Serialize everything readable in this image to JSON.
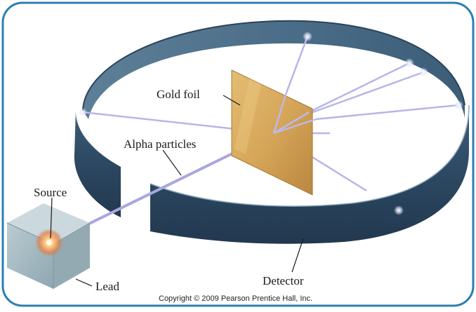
{
  "labels": {
    "gold_foil": "Gold foil",
    "alpha_particles": "Alpha particles",
    "source": "Source",
    "lead": "Lead",
    "detector": "Detector"
  },
  "copyright": "Copyright © 2009 Pearson Prentice Hall, Inc.",
  "colors": {
    "frame": "#2b7fb3",
    "detector_band": "#2f4b66",
    "detector_inner": "#6e8ea8",
    "gold_foil": "#d3a65a",
    "beam": "#a9a6df",
    "lead_block": "#a9bfc7",
    "source_glow": "#f2a15b"
  }
}
